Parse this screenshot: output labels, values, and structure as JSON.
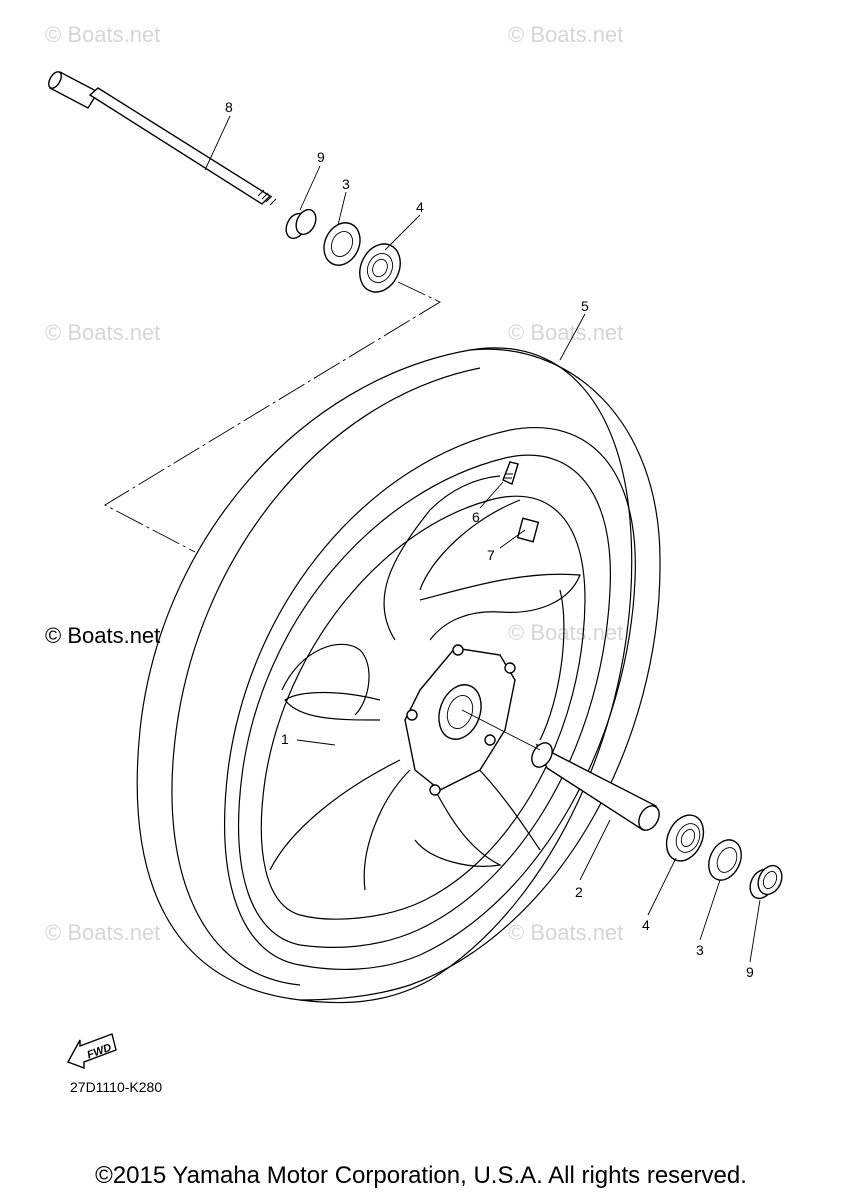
{
  "watermark": "© Boats.net",
  "diagram_code": "27D1110-K280",
  "fwd_label": "FWD",
  "copyright": "©2015 Yamaha Motor Corporation, U.S.A. All rights reserved.",
  "callouts": {
    "c1": "1",
    "c2": "2",
    "c3_top": "3",
    "c3_bottom": "3",
    "c4_top": "4",
    "c4_bottom": "4",
    "c5": "5",
    "c6": "6",
    "c7": "7",
    "c8": "8",
    "c9_top": "9",
    "c9_bottom": "9"
  }
}
